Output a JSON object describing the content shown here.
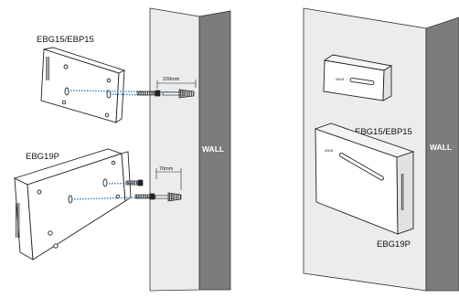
{
  "left_panel": {
    "device_top_label": "EBG15/EBP15",
    "device_bottom_label": "EBG19P",
    "spacing_top": "100mm",
    "spacing_bottom": "70mm",
    "wall_label": "WALL"
  },
  "right_panel": {
    "device_top_label": "EBG15/EBP15",
    "device_bottom_label": "EBG19P",
    "wall_label": "WALL",
    "brand_top": "/SUS",
    "brand_bottom": "/SUS"
  },
  "colors": {
    "dotted_line": "#2f7fc0",
    "wall_front": "#e9e9e9",
    "wall_side": "#7c7c7c",
    "outline": "#222222"
  }
}
